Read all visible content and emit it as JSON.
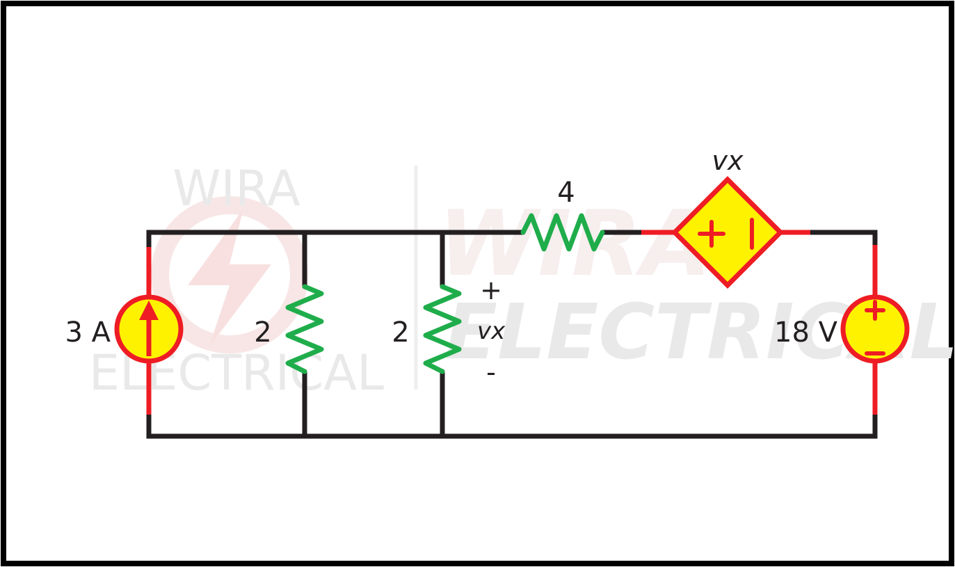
{
  "watermark": {
    "left_top": "WIRA",
    "left_bottom": "ELECTRICAL",
    "center_top": "WIRA",
    "center_bottom": "ELECTRICAL"
  },
  "components": {
    "current_source": {
      "value": "3 A"
    },
    "resistor_1": {
      "value": "2"
    },
    "resistor_2": {
      "value": "2",
      "polarity_plus": "+",
      "voltage_label": "vx",
      "polarity_minus": "-"
    },
    "resistor_3": {
      "value": "4"
    },
    "dependent_source": {
      "value": "vx"
    },
    "voltage_source": {
      "value": "18 V"
    }
  },
  "colors": {
    "wire": "#231f20",
    "source_lead": "#ee1c24",
    "source_fill": "#fff200",
    "resistor": "#1fad4b"
  }
}
